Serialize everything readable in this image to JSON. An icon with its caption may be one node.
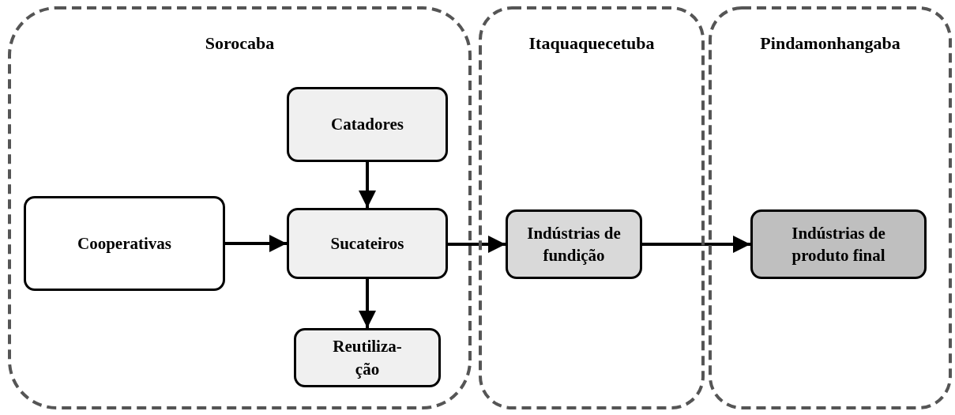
{
  "diagram": {
    "nodes": [
      {
        "text": [
          "Sorocaba"
        ]
      },
      {
        "text": [
          "Catadores"
        ],
        "in": 0
      },
      {
        "text": [
          "Cooperativas"
        ],
        "in": 0
      },
      {
        "text": [
          "Sucateiros"
        ],
        "in": 0
      },
      {
        "text": [
          "Reutiliza- ção"
        ],
        "in": 0
      },
      {
        "text": [
          "Itaquaquecetuba"
        ]
      },
      {
        "text": [
          "Indústrias de fundição"
        ],
        "in": 5
      },
      {
        "text": [
          "Pindamonhangaba"
        ]
      },
      {
        "text": [
          "Indústrias de produto final"
        ],
        "in": 7
      }
    ],
    "edges": [
      {
        "from": 1,
        "to": 3,
        "arrow": "to"
      },
      {
        "from": 2,
        "to": 3,
        "arrow": "to"
      },
      {
        "from": 3,
        "to": 4,
        "arrow": "to"
      },
      {
        "from": 3,
        "to": 6,
        "arrow": "to"
      },
      {
        "from": 6,
        "to": 8,
        "arrow": "to"
      }
    ]
  }
}
